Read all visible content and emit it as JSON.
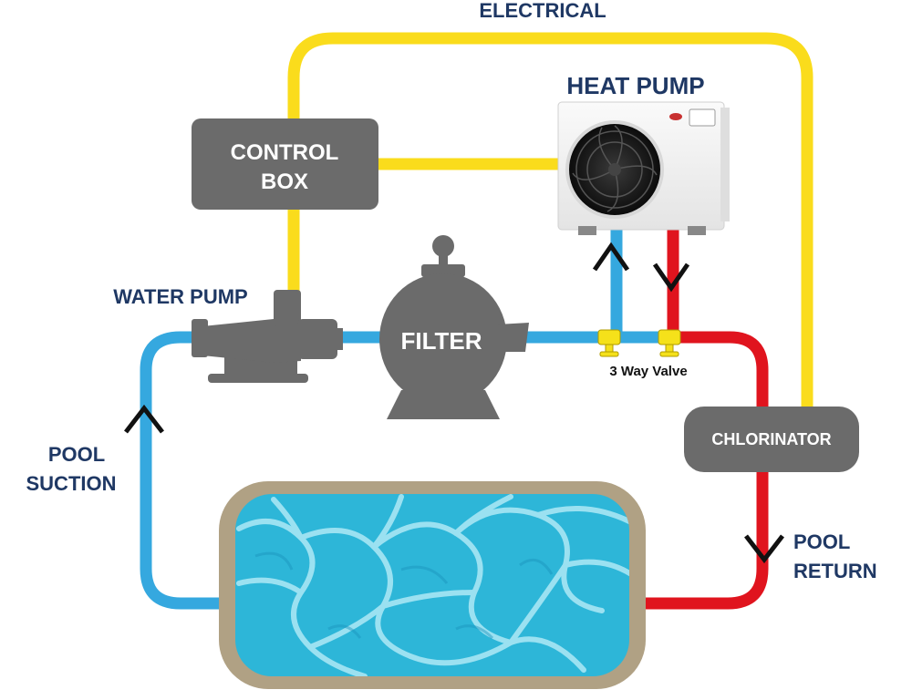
{
  "labels": {
    "electrical": "ELECTRICAL",
    "heat_pump": "HEAT PUMP",
    "control_box_line1": "CONTROL",
    "control_box_line2": "BOX",
    "water_pump": "WATER PUMP",
    "filter": "FILTER",
    "three_way_valve": "3 Way Valve",
    "chlorinator": "CHLORINATOR",
    "pool_suction_line1": "POOL",
    "pool_suction_line2": "SUCTION",
    "pool_return_line1": "POOL",
    "pool_return_line2": "RETURN"
  },
  "colors": {
    "electrical_line": "#fadc1c",
    "cold_water_pipe": "#35a8df",
    "hot_water_pipe": "#e0141e",
    "equipment_gray": "#6b6b6b",
    "label_navy": "#1f3864",
    "pool_rim": "#b0a184",
    "pool_water": "#2db6d8",
    "valve_yellow": "#f5e11a"
  },
  "icons": {
    "valves": "three-way-valve-icon",
    "flow": "chevron-arrow-icon"
  }
}
